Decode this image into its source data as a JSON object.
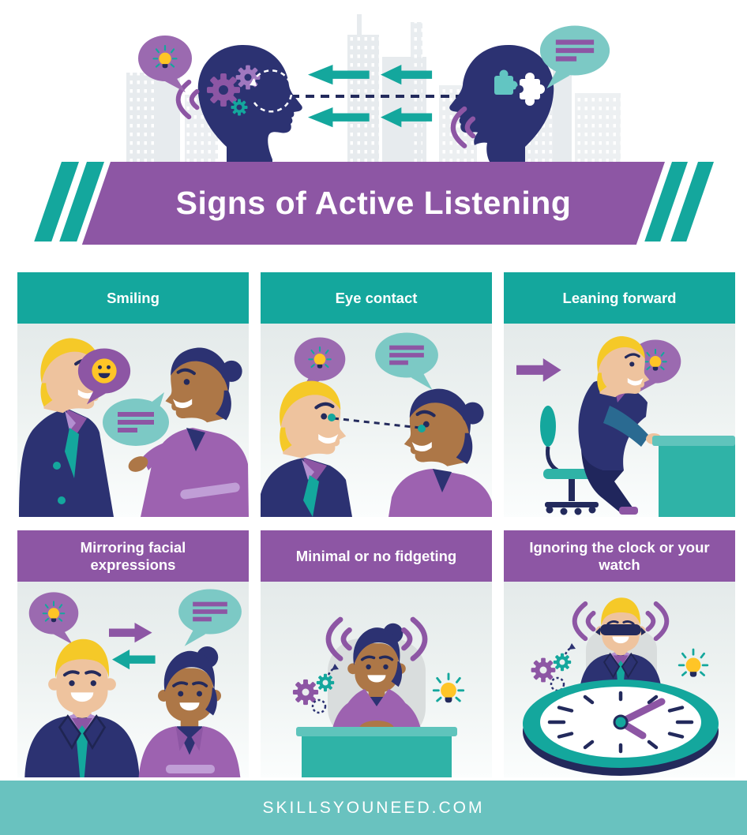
{
  "infographic": {
    "title": "Signs of Active Listening",
    "hero": {
      "alt": "Two head silhouettes facing each other, exchanging thoughts over a faint city skyline",
      "icons": [
        "lightbulb-speech-bubble-icon",
        "text-speech-bubble-icon",
        "gears-icon",
        "puzzle-pieces-icon",
        "transfer-arrows-icon",
        "sound-waves-icon",
        "eye-contact-dotted-line"
      ]
    },
    "panels": [
      {
        "label": "Smiling",
        "icons": [
          "smiley-speech-bubble-icon",
          "text-speech-bubble-icon"
        ]
      },
      {
        "label": "Eye contact",
        "icons": [
          "lightbulb-speech-bubble-icon",
          "text-speech-bubble-icon",
          "gaze-dotted-line"
        ]
      },
      {
        "label": "Leaning forward",
        "icons": [
          "right-arrow-icon",
          "lightbulb-speech-bubble-icon",
          "office-chair-icon",
          "desk-icon"
        ]
      },
      {
        "label": "Mirroring facial expressions",
        "icons": [
          "lightbulb-speech-bubble-icon",
          "text-speech-bubble-icon",
          "right-arrow-icon",
          "left-arrow-icon"
        ]
      },
      {
        "label": "Minimal or no fidgeting",
        "icons": [
          "sound-waves-icon",
          "gears-icon",
          "lightbulb-icon",
          "desk-icon"
        ]
      },
      {
        "label": "Ignoring the clock or your watch",
        "icons": [
          "sound-waves-icon",
          "gears-icon",
          "lightbulb-icon",
          "clock-icon",
          "blindfold-icon"
        ]
      }
    ],
    "footer": {
      "site": "SKILLSYOUNEED.COM"
    },
    "colors": {
      "teal": "#14a79d",
      "teal_light": "#7cc9c5",
      "footer_teal": "#69c2bf",
      "purple": "#8d56a4",
      "purple_light": "#9b6ab0",
      "navy": "#2c3272",
      "gold_hair": "#f5c928",
      "bulb_yellow": "#ffc527",
      "skin_light": "#eec39e",
      "skin_brown": "#ad7747",
      "desk_teal": "#2fb3a7",
      "chair_gray": "#d9dddd",
      "skyline_gray": "#e7ebee"
    }
  }
}
